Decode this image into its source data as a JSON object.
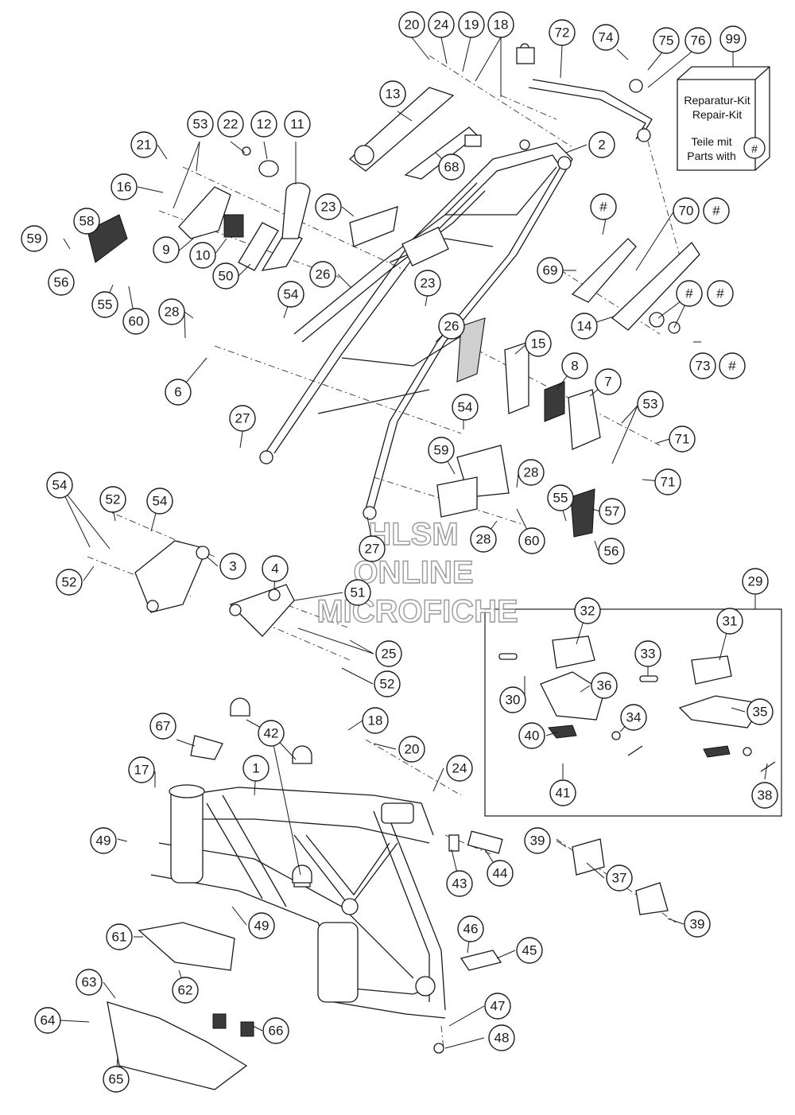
{
  "watermark": {
    "line1": "HLSM",
    "line2": "ONLINE",
    "line3": "MICROFICHE"
  },
  "kit_box": {
    "line1": "Reparatur-Kit",
    "line2": "Repair-Kit",
    "line3": "Teile mit",
    "line4": "Parts with",
    "hash": "#"
  },
  "callouts": [
    "1",
    "2",
    "3",
    "4",
    "6",
    "7",
    "8",
    "9",
    "10",
    "11",
    "12",
    "13",
    "14",
    "15",
    "16",
    "17",
    "18",
    "19",
    "20",
    "21",
    "22",
    "23",
    "24",
    "25",
    "26",
    "27",
    "28",
    "29",
    "30",
    "31",
    "32",
    "33",
    "34",
    "35",
    "36",
    "37",
    "38",
    "39",
    "40",
    "41",
    "42",
    "43",
    "44",
    "45",
    "46",
    "47",
    "48",
    "49",
    "50",
    "51",
    "52",
    "53",
    "54",
    "55",
    "56",
    "57",
    "58",
    "59",
    "60",
    "61",
    "62",
    "63",
    "64",
    "65",
    "66",
    "67",
    "68",
    "69",
    "70",
    "71",
    "72",
    "73",
    "74",
    "75",
    "76",
    "99",
    "#"
  ]
}
